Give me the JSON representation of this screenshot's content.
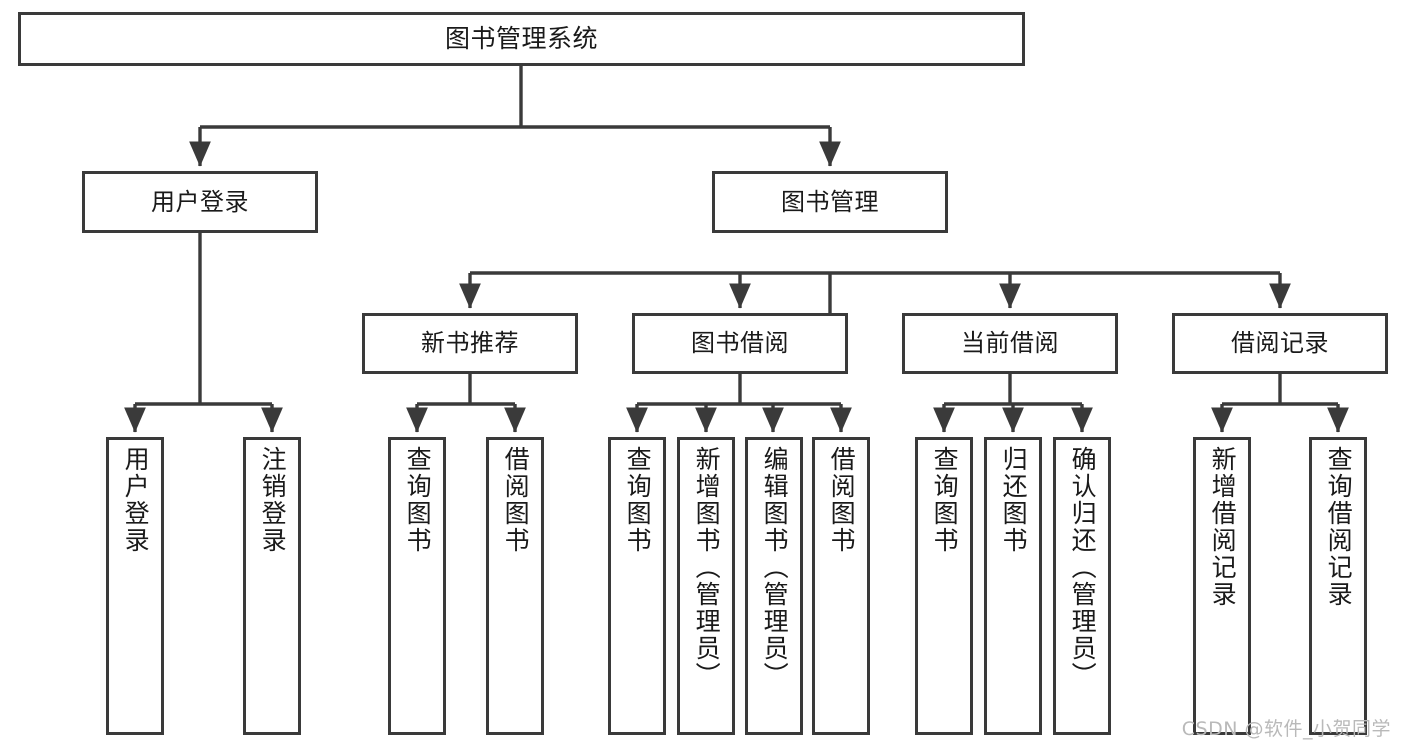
{
  "diagram": {
    "title": "图书管理系统",
    "type": "hierarchy-tree",
    "root": {
      "id": "root",
      "label": "图书管理系统"
    },
    "level1": [
      {
        "id": "user-login",
        "label": "用户登录"
      },
      {
        "id": "book-management",
        "label": "图书管理"
      }
    ],
    "level2": [
      {
        "id": "new-book-recommend",
        "label": "新书推荐",
        "parent": "book-management"
      },
      {
        "id": "book-borrow",
        "label": "图书借阅",
        "parent": "book-management"
      },
      {
        "id": "current-borrow",
        "label": "当前借阅",
        "parent": "book-management"
      },
      {
        "id": "borrow-record",
        "label": "借阅记录",
        "parent": "book-management"
      }
    ],
    "leaves": [
      {
        "id": "leaf-user-login",
        "label": "用户登录",
        "parent": "user-login"
      },
      {
        "id": "leaf-logout-login",
        "label": "注销登录",
        "parent": "user-login"
      },
      {
        "id": "leaf-query-book-1",
        "label": "查询图书",
        "parent": "new-book-recommend"
      },
      {
        "id": "leaf-borrow-book-1",
        "label": "借阅图书",
        "parent": "new-book-recommend"
      },
      {
        "id": "leaf-query-book-2",
        "label": "查询图书",
        "parent": "book-borrow"
      },
      {
        "id": "leaf-add-book",
        "label": "新增图书（管理员）",
        "parent": "book-borrow"
      },
      {
        "id": "leaf-edit-book",
        "label": "编辑图书（管理员）",
        "parent": "book-borrow"
      },
      {
        "id": "leaf-borrow-book-2",
        "label": "借阅图书",
        "parent": "book-borrow"
      },
      {
        "id": "leaf-query-book-3",
        "label": "查询图书",
        "parent": "current-borrow"
      },
      {
        "id": "leaf-return-book",
        "label": "归还图书",
        "parent": "current-borrow"
      },
      {
        "id": "leaf-confirm-return",
        "label": "确认归还（管理员）",
        "parent": "current-borrow"
      },
      {
        "id": "leaf-add-record",
        "label": "新增借阅记录",
        "parent": "borrow-record"
      },
      {
        "id": "leaf-query-record",
        "label": "查询借阅记录",
        "parent": "borrow-record"
      }
    ],
    "colors": {
      "stroke": "#3a3a3a",
      "fill": "#ffffff",
      "text": "#1a1a1a",
      "watermark": "#b9b9b9"
    }
  },
  "watermark": {
    "text": "CSDN @软件_小贺同学"
  }
}
